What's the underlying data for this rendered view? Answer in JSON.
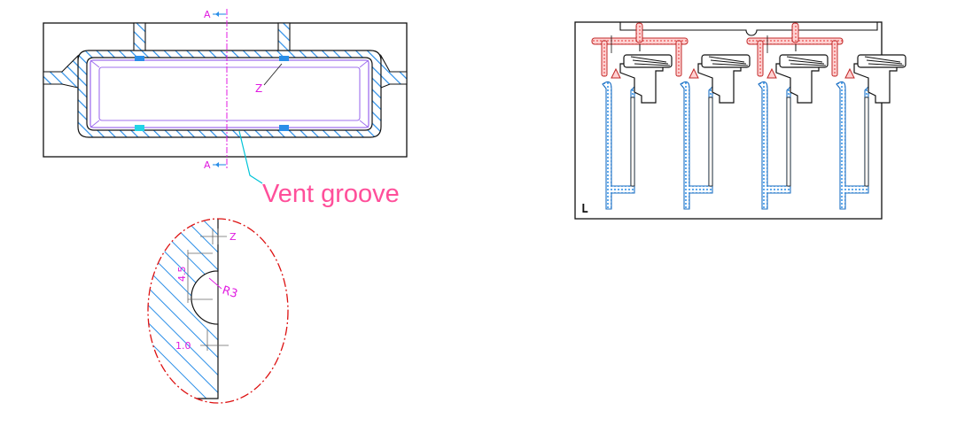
{
  "top_view": {
    "section_mark_top": "A",
    "section_mark_bottom": "A",
    "detail_ref": "Z"
  },
  "callout": {
    "label": "Vent groove"
  },
  "detail_view": {
    "ref": "Z",
    "dim_depth": "4.5",
    "dim_radius": "R3",
    "dim_offset": "1.0"
  },
  "mold_view": {
    "corner_mark": "L",
    "cavity_count": 4
  },
  "colors": {
    "hatch": "#2a8ee8",
    "outline": "#111111",
    "dimension": "#e01ae0",
    "part_outline": "#a070ee",
    "callout": "#ff4f9a",
    "leader": "#00c4d8",
    "runner": "#e84a4a",
    "detail_border": "#dd1111"
  }
}
